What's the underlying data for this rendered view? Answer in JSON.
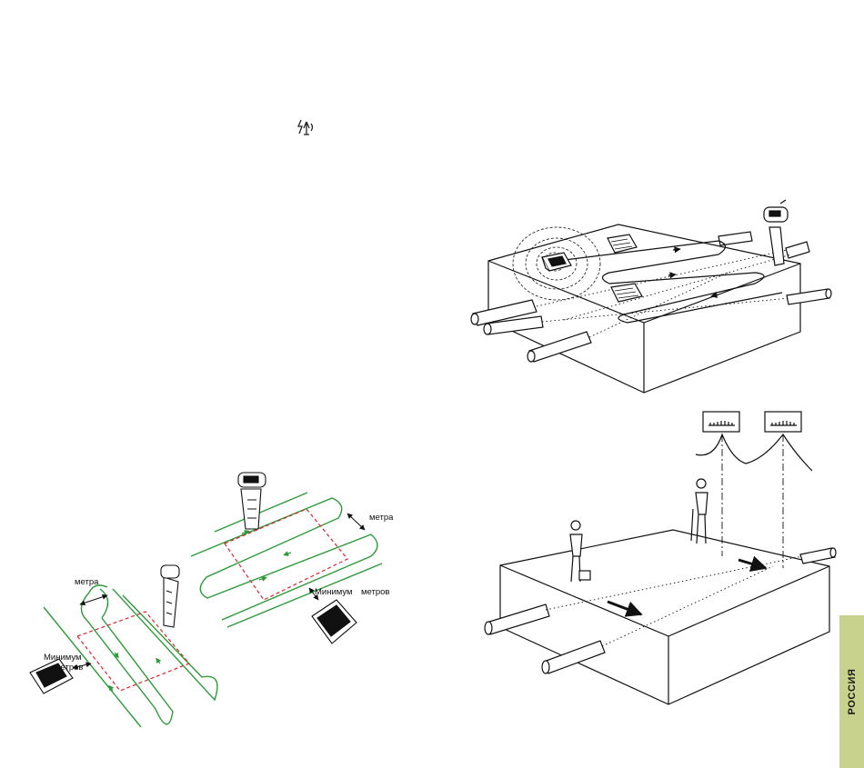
{
  "icons": {
    "signal": "signal-symbol-icon"
  },
  "labels": {
    "min_left_line1": "Минимум",
    "min_left_line2": "метров",
    "metra_left": "метра",
    "metra_right": "метра",
    "min_right_line1": "Минимум",
    "min_right_line2": "метров"
  },
  "side_tab": {
    "label": "РОССИЯ",
    "color": "#c9d28c"
  },
  "colors": {
    "survey_line": "#2e9a3a",
    "zone": "#d8262b",
    "ink": "#111111"
  }
}
